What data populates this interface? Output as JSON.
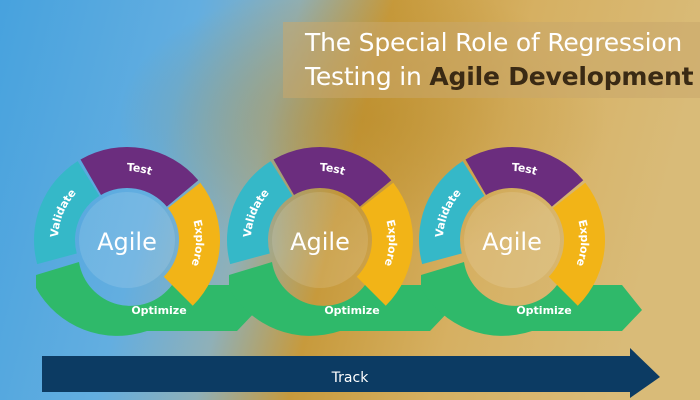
{
  "title": {
    "line1": "The Special Role of Regression",
    "line2_lead": "Testing in",
    "line2_emphasis": "Agile Development"
  },
  "cycles": [
    {
      "center": "Agile",
      "segments": {
        "test": "Test",
        "explore": "Explore",
        "validate": "Validate",
        "optimize": "Optimize"
      }
    },
    {
      "center": "Agile",
      "segments": {
        "test": "Test",
        "explore": "Explore",
        "validate": "Validate",
        "optimize": "Optimize"
      }
    },
    {
      "center": "Agile",
      "segments": {
        "test": "Test",
        "explore": "Explore",
        "validate": "Validate",
        "optimize": "Optimize"
      }
    }
  ],
  "track_label": "Track",
  "colors": {
    "test": "#6b2d7e",
    "explore": "#f2b417",
    "validate": "#35b8c8",
    "optimize": "#2fb96a",
    "track": "#0c3b63",
    "background_left": "#4a9fd8",
    "background_right": "#d9b56a"
  }
}
